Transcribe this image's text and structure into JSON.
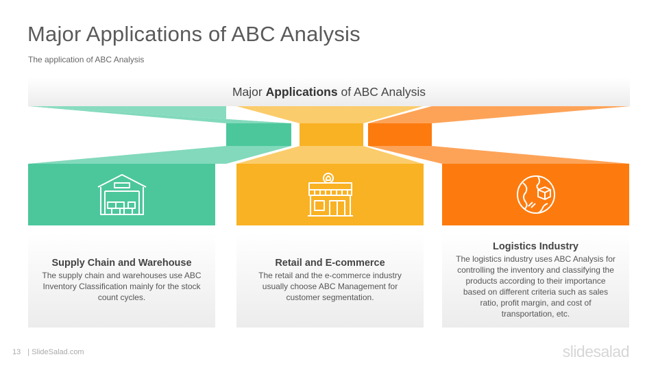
{
  "slide": {
    "title": "Major Applications of ABC Analysis",
    "subtitle": "The application of ABC Analysis"
  },
  "banner": {
    "prefix": "Major ",
    "bold": "Applications",
    "suffix": " of ABC Analysis"
  },
  "colors": {
    "green": "#4cc79c",
    "yellow": "#f9b224",
    "orange": "#fd7b0e"
  },
  "cards": [
    {
      "icon": "warehouse-icon",
      "title": "Supply Chain and Warehouse",
      "description": "The supply chain and warehouses use ABC Inventory Classification mainly for the stock count cycles."
    },
    {
      "icon": "retail-store-icon",
      "title": "Retail and E-commerce",
      "description": "The retail and the e-commerce industry usually choose ABC Management for customer segmentation."
    },
    {
      "icon": "global-logistics-icon",
      "title": "Logistics Industry",
      "description": "The logistics industry uses ABC Analysis for controlling the inventory and classifying the products according to their importance based on different criteria such as sales ratio, profit margin, and cost of transportation, etc."
    }
  ],
  "footer": {
    "page_number": "13",
    "site": "| SlideSalad.com",
    "brand": "slidesalad"
  }
}
